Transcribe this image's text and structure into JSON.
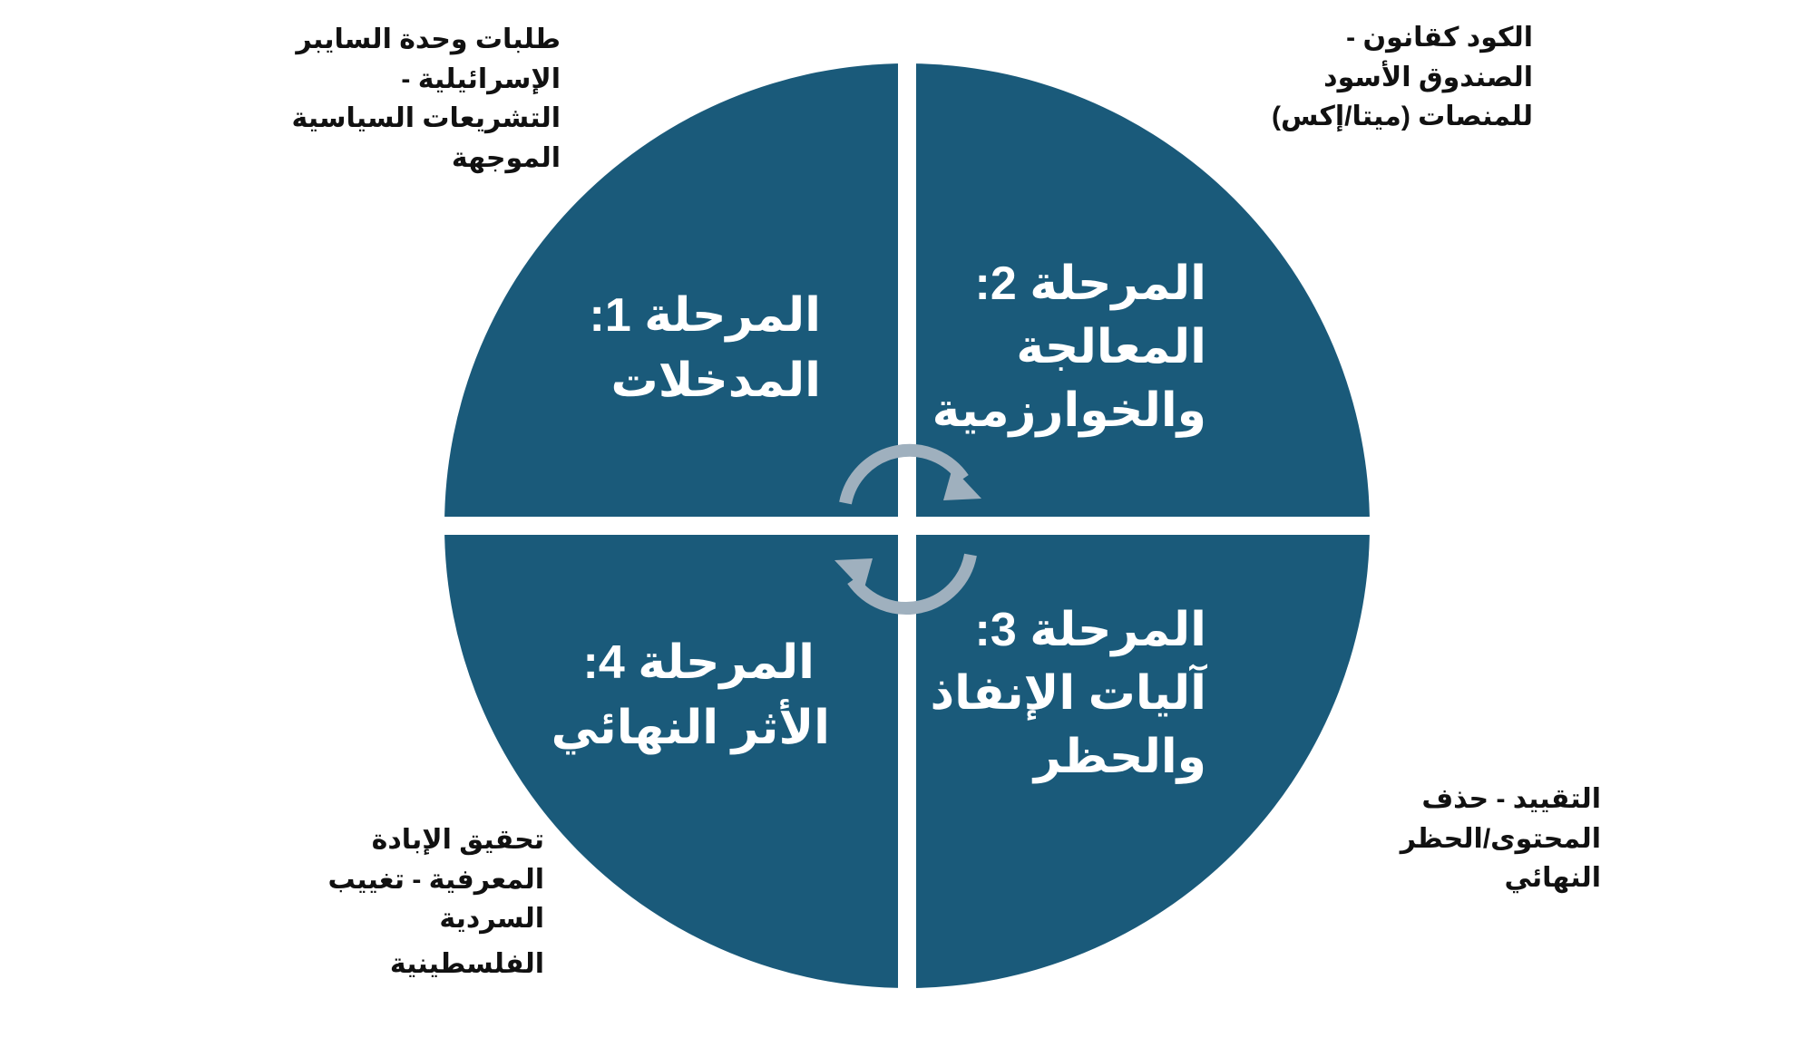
{
  "colors": {
    "quadrant_fill": "#1a5a7a",
    "divider": "#ffffff",
    "cycle_arrows": "#9fb0be",
    "stage_text": "#ffffff",
    "note_text": "#111111"
  },
  "stages": [
    {
      "id": "stage-1",
      "lines": [
        "المرحلة 1:",
        "المدخلات"
      ]
    },
    {
      "id": "stage-2",
      "lines": [
        "المرحلة 2:",
        "المعالجة",
        "والخوارزمية"
      ]
    },
    {
      "id": "stage-3",
      "lines": [
        "المرحلة 3:",
        "آليات الإنفاذ",
        "والحظر"
      ]
    },
    {
      "id": "stage-4",
      "lines": [
        "المرحلة 4:",
        "الأثر النهائي"
      ]
    }
  ],
  "notes": {
    "top_left": [
      "طلبات وحدة السايبر",
      "الإسرائيلية -",
      "التشريعات السياسية",
      "الموجهة"
    ],
    "top_right": [
      "الكود كقانون -",
      "الصندوق الأسود",
      "للمنصات (ميتا/إكس)"
    ],
    "bottom_right": [
      "التقييد - حذف",
      "المحتوى/الحظر",
      "النهائي"
    ],
    "bottom_left": [
      "تحقيق الإبادة",
      "المعرفية - تغييب",
      "السردية",
      "الفلسطينية"
    ]
  },
  "icons": {
    "cycle_top": "clockwise-arc-arrow-icon",
    "cycle_bottom": "clockwise-arc-arrow-icon"
  }
}
